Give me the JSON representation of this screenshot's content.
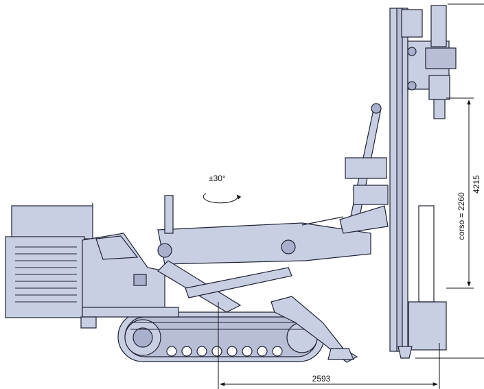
{
  "annotations": {
    "rotation": "±30°",
    "stroke_label": "corso = 2260",
    "mast_height": "4215",
    "reach": "2593"
  },
  "colors": {
    "body_fill": "#c9cfe3",
    "outline": "#1f2233",
    "dimension": "#111111"
  },
  "icons": [
    "rotation-arrow-icon"
  ]
}
